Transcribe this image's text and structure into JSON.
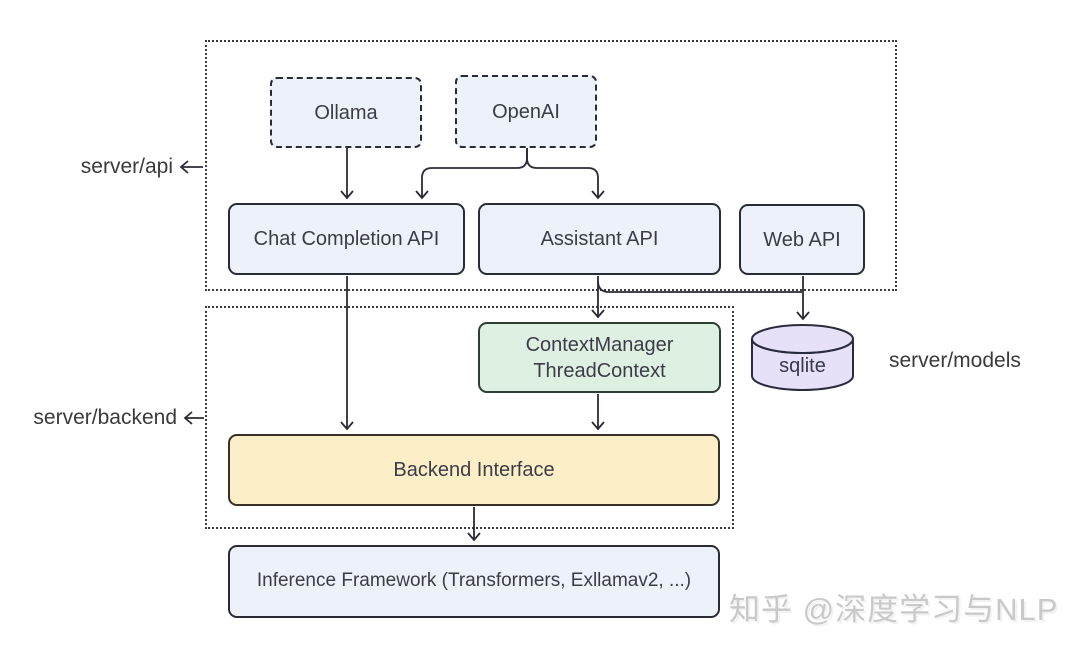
{
  "diagram": {
    "groups": {
      "api": {
        "label": "server/api"
      },
      "backend": {
        "label": "server/backend"
      },
      "models": {
        "label": "server/models"
      }
    },
    "nodes": {
      "ollama": {
        "label": "Ollama"
      },
      "openai": {
        "label": "OpenAI"
      },
      "chat_api": {
        "label": "Chat Completion API"
      },
      "assistant_api": {
        "label": "Assistant API"
      },
      "web_api": {
        "label": "Web API"
      },
      "context_manager": {
        "line1": "ContextManager",
        "line2": "ThreadContext"
      },
      "sqlite": {
        "label": "sqlite"
      },
      "backend_interface": {
        "label": "Backend Interface"
      },
      "inference": {
        "label": "Inference Framework (Transformers, Exllamav2, ...)"
      }
    },
    "edges": [
      {
        "from": "Ollama",
        "to": "Chat Completion API"
      },
      {
        "from": "OpenAI",
        "to": "Chat Completion API"
      },
      {
        "from": "OpenAI",
        "to": "Assistant API"
      },
      {
        "from": "Chat Completion API",
        "to": "Backend Interface"
      },
      {
        "from": "Assistant API",
        "to": "ContextManager ThreadContext"
      },
      {
        "from": "Assistant API",
        "to": "sqlite"
      },
      {
        "from": "Web API",
        "to": "sqlite"
      },
      {
        "from": "ContextManager ThreadContext",
        "to": "Backend Interface"
      },
      {
        "from": "Backend Interface",
        "to": "Inference Framework (Transformers, Exllamav2, ...)"
      }
    ],
    "colors": {
      "node_fill_blue": "#edf1fa",
      "node_fill_green": "#def0e2",
      "node_fill_yellow": "#fceec6",
      "node_fill_purple": "#e6e0f8",
      "stroke_dark": "#2b2b36",
      "label_text": "#3a3a3a",
      "watermark_gray": "#c9c9c9"
    },
    "watermark": "知乎 @深度学习与NLP"
  }
}
